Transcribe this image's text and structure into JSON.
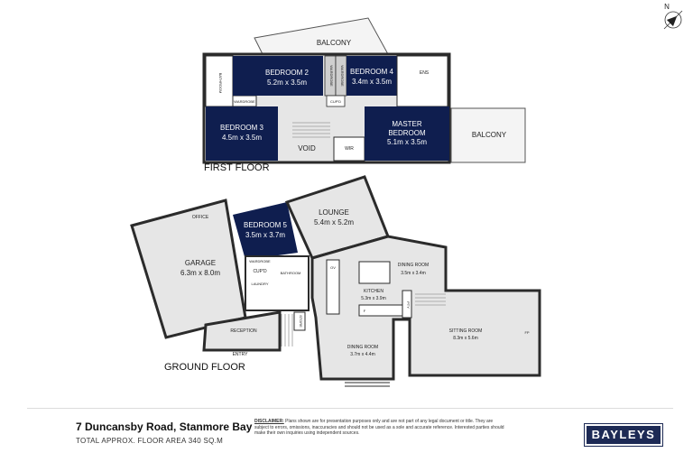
{
  "compass": {
    "label": "N"
  },
  "first_floor": {
    "label": "FIRST FLOOR",
    "rooms": {
      "balcony_top": "BALCONY",
      "bedroom2_name": "BEDROOM 2",
      "bedroom2_dims": "5.2m x 3.5m",
      "bedroom4_name": "BEDROOM 4",
      "bedroom4_dims": "3.4m x 3.5m",
      "ens": "ENS",
      "bathroom": "BATHROOM",
      "wardrobe": "WARDROBE",
      "wardrobe_a": "WARDROBE",
      "wardrobe_b": "WARDROBE",
      "cupd": "CUP'D",
      "bedroom3_name": "BEDROOM 3",
      "bedroom3_dims": "4.5m x 3.5m",
      "master_name_1": "MASTER",
      "master_name_2": "BEDROOM",
      "master_dims": "5.1m x 3.5m",
      "balcony_right": "BALCONY",
      "void": "VOID",
      "wir": "WIR"
    }
  },
  "ground_floor": {
    "label": "GROUND FLOOR",
    "rooms": {
      "office": "OFFICE",
      "garage_name": "GARAGE",
      "garage_dims": "6.3m x 8.0m",
      "bedroom5_name": "BEDROOM 5",
      "bedroom5_dims": "3.5m x 3.7m",
      "lounge_name": "LOUNGE",
      "lounge_dims": "5.4m x 5.2m",
      "dining1_name": "DINING ROOM",
      "dining1_dims": "3.5m x 3.4m",
      "wardrobe": "WARDROBE",
      "cupd": "CUP'D",
      "bathroom": "BATHROOM",
      "laundry": "LAUNDRY",
      "ov": "OV",
      "kitchen_name": "KITCHEN",
      "kitchen_dims": "5.3m x 3.9m",
      "f": "F",
      "pty": "PTY",
      "store": "STORE",
      "reception": "RECEPTION",
      "entry": "ENTRY",
      "dining2_name": "DINING ROOM",
      "dining2_dims": "3.7m x 4.4m",
      "sitting_name": "SITTING ROOM",
      "sitting_dims": "8.3m x 5.6m",
      "fp": "FP"
    }
  },
  "footer": {
    "address": "7 Duncansby Road, Stanmore Bay",
    "area": "TOTAL APPROX. FLOOR AREA 340 SQ.M",
    "disclaimer_label": "DISCLAIMER:",
    "disclaimer_text": "Plans shown are for presentation purposes only and are not part of any legal document or title. They are subject to errors, omissions, inaccuracies and should not be used as a sole and accurate reference. Interested parties should make their own inquiries using independent sources.",
    "brand": "BAYLEYS"
  },
  "colors": {
    "navy": "#0f1e4f",
    "wall": "#2b2b2b",
    "floor": "#e6e6e6",
    "white_room": "#ffffff"
  }
}
